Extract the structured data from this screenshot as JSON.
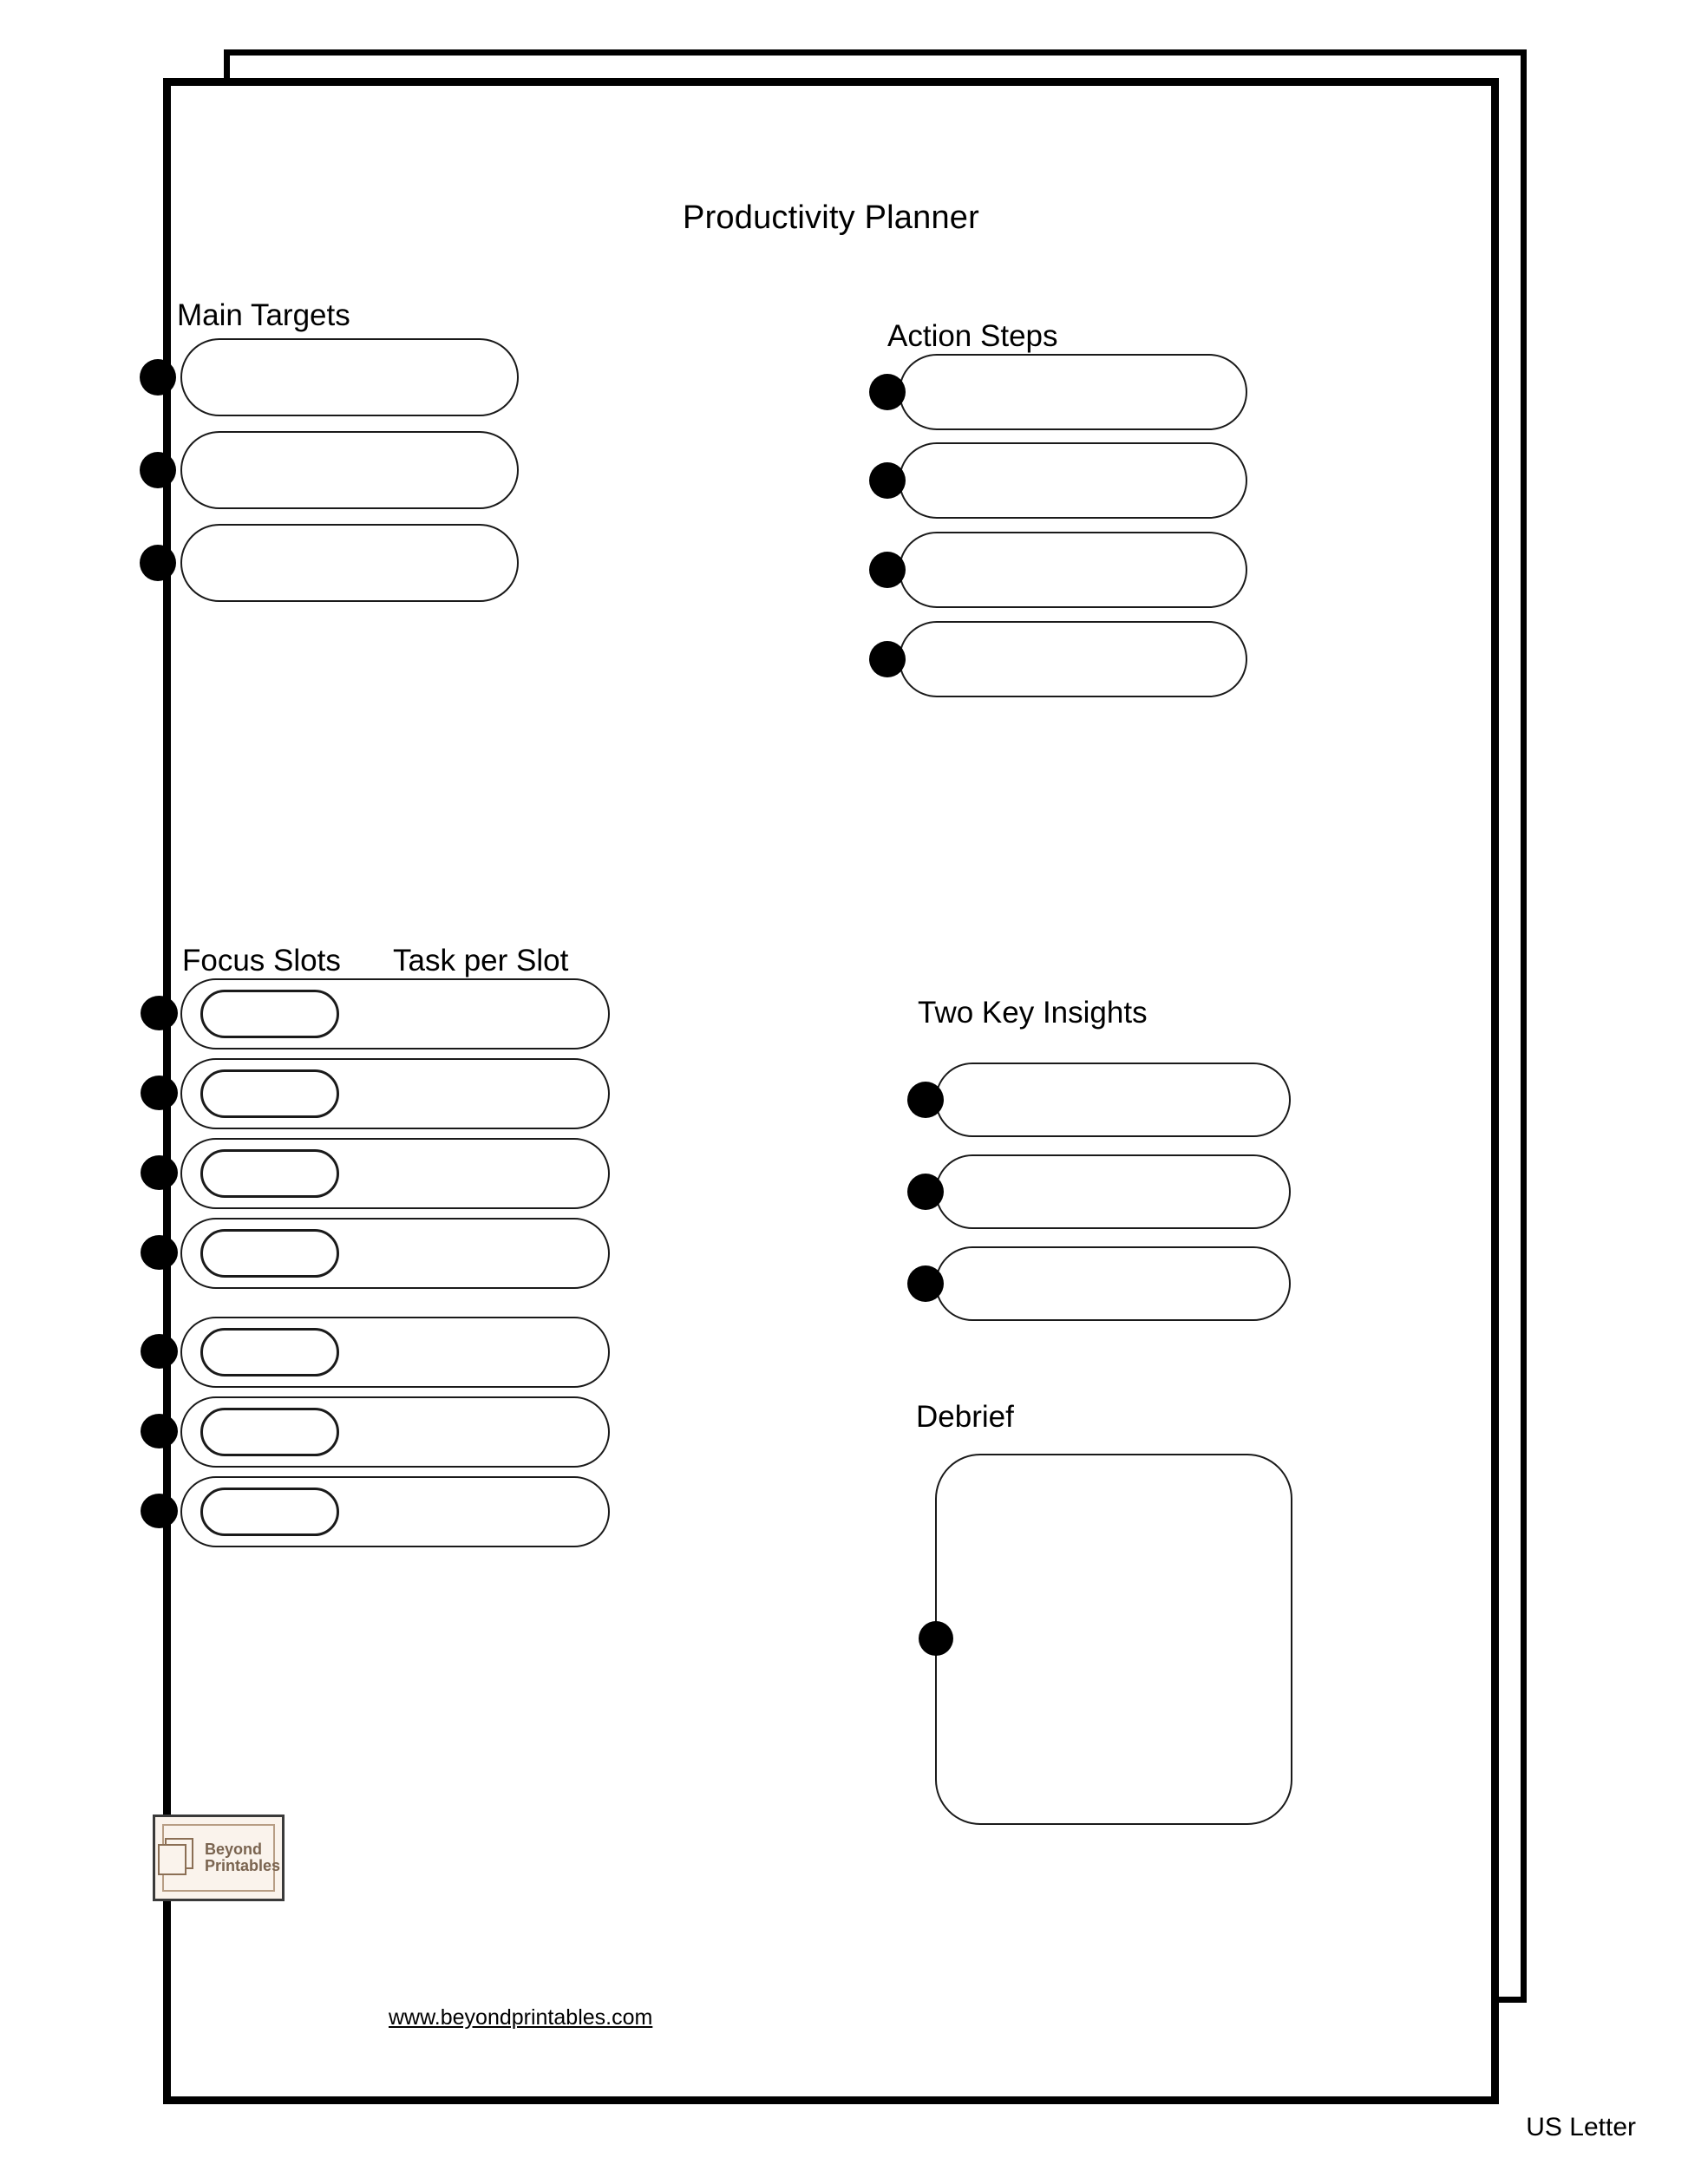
{
  "document": {
    "title": "Productivity Planner",
    "paper_size": "US Letter",
    "footer_url": "www.beyondprintables.com"
  },
  "brand": {
    "logo_line1": "Beyond",
    "logo_line2": "Printables",
    "logo_bg": "#faf3ec",
    "logo_ink": "#7a6450",
    "logo_mark_stroke": "#8b6f55",
    "logo_border": "#3a3a3a"
  },
  "colors": {
    "ink": "#000000",
    "stroke": "#1a1a1a",
    "paper": "#ffffff"
  },
  "sections": {
    "main_targets": {
      "heading": "Main Targets",
      "rows": [
        {
          "value": "",
          "placeholder": ""
        },
        {
          "value": "",
          "placeholder": ""
        },
        {
          "value": "",
          "placeholder": ""
        }
      ]
    },
    "action_steps": {
      "heading": "Action Steps",
      "rows": [
        {
          "value": "",
          "placeholder": ""
        },
        {
          "value": "",
          "placeholder": ""
        },
        {
          "value": "",
          "placeholder": ""
        },
        {
          "value": "",
          "placeholder": ""
        }
      ]
    },
    "focus_slots": {
      "heading_left": "Focus Slots",
      "heading_right": "Task per Slot",
      "rows": [
        {
          "slot": "",
          "task": ""
        },
        {
          "slot": "",
          "task": ""
        },
        {
          "slot": "",
          "task": ""
        },
        {
          "slot": "",
          "task": ""
        },
        {
          "slot": "",
          "task": ""
        },
        {
          "slot": "",
          "task": ""
        },
        {
          "slot": "",
          "task": ""
        }
      ]
    },
    "two_key_insights": {
      "heading": "Two Key Insights",
      "rows": [
        {
          "value": ""
        },
        {
          "value": ""
        },
        {
          "value": ""
        }
      ]
    },
    "debrief": {
      "heading": "Debrief",
      "value": ""
    }
  }
}
